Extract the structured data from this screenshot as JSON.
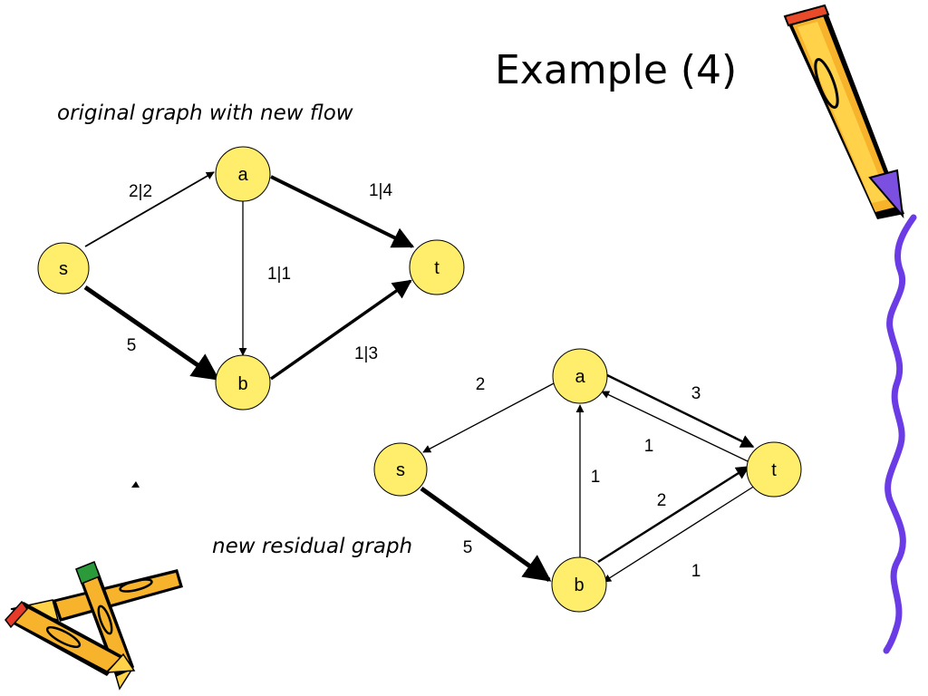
{
  "slide": {
    "title": "Example (4)",
    "caption_original": "original graph with new flow",
    "caption_residual": "new residual graph"
  },
  "graph_original": {
    "nodes": {
      "s": "s",
      "a": "a",
      "b": "b",
      "t": "t"
    },
    "edges": {
      "sa": "2|2",
      "at": "1|4",
      "ab": "1|1",
      "sb": "5",
      "bt": "1|3"
    }
  },
  "graph_residual": {
    "nodes": {
      "s": "s",
      "a": "a",
      "b": "b",
      "t": "t"
    },
    "edges": {
      "as": "2",
      "at": "3",
      "ta": "1",
      "ba": "1",
      "bt": "2",
      "tb": "1",
      "sb": "5"
    }
  },
  "colors": {
    "node_fill": "#FFEE6B",
    "edge": "#000000",
    "wavy_line": "#6B3CE6"
  }
}
